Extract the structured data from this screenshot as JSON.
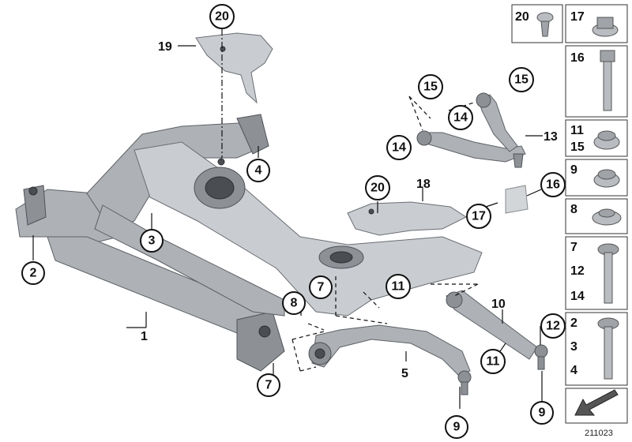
{
  "labels": {
    "1": "1",
    "2": "2",
    "3": "3",
    "4": "4",
    "5": "5",
    "7": "7",
    "8": "8",
    "9": "9",
    "10": "10",
    "11": "11",
    "12": "12",
    "13": "13",
    "14": "14",
    "15": "15",
    "16": "16",
    "17": "17",
    "18": "18",
    "19": "19",
    "20": "20"
  },
  "legend": {
    "r1a": "20",
    "r1b": "17",
    "r2": "16",
    "r3a": "11",
    "r3b": "15",
    "r4": "9",
    "r5": "8",
    "r6a": "7",
    "r6b": "12",
    "r6c": "14",
    "r7a": "2",
    "r7b": "3",
    "r7c": "4"
  },
  "diagram_id": "211023",
  "colors": {
    "part": "#aeb2b6",
    "part_dark": "#8d9196",
    "line": "#111111"
  }
}
